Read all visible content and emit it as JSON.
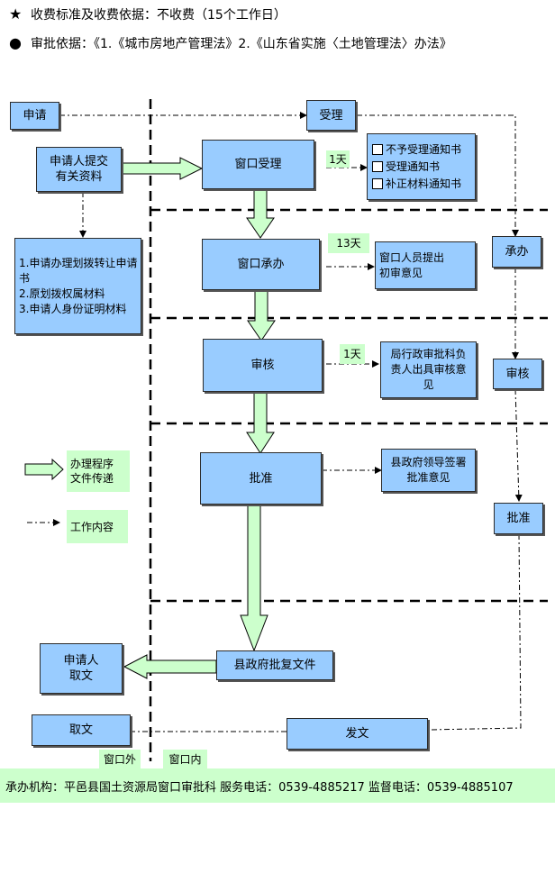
{
  "header": {
    "fee_line": "收费标准及收费依据：不收费（15个工作日）",
    "basis_line": "审批依据：《1.《城市房地产管理法》2.《山东省实施〈土地管理法〉办法》"
  },
  "left_col": {
    "apply": "申请",
    "submit": "申请人提交\n有关资料",
    "materials": "1.申请办理划拨转让申请书\n2.原划拨权属材料\n3.申请人身份证明材料",
    "receive_doc": "申请人\n取文",
    "take_doc": "取文"
  },
  "center_col": {
    "window_accept": "窗口受理",
    "window_handle": "窗口承办",
    "review": "审核",
    "approve": "批准",
    "county_reply": "县政府批复文件",
    "send_doc": "发文"
  },
  "days": {
    "accept": "1天",
    "handle": "13天",
    "review": "1天"
  },
  "details": {
    "notices": [
      "不予受理通知书",
      "受理通知书",
      "补正材料通知书"
    ],
    "handle_opinion": "窗口人员提出\n初审意见",
    "review_opinion": "局行政审批科负\n责人出具审核意\n见",
    "approve_opinion": "县政府领导签署\n批准意见"
  },
  "right_col": {
    "accept": "受理",
    "handle": "承办",
    "review": "审核",
    "approve": "批准"
  },
  "legend": {
    "transfer": "办理程序\n文件传递",
    "work": "工作内容"
  },
  "zones": {
    "outside": "窗口外",
    "inside": "窗口内"
  },
  "footer": "承办机构：平邑县国土资源局窗口审批科   服务电话：0539-4885217   监督电话：0539-4885107",
  "colors": {
    "box": "#99ccff",
    "green": "#ccffcc"
  }
}
